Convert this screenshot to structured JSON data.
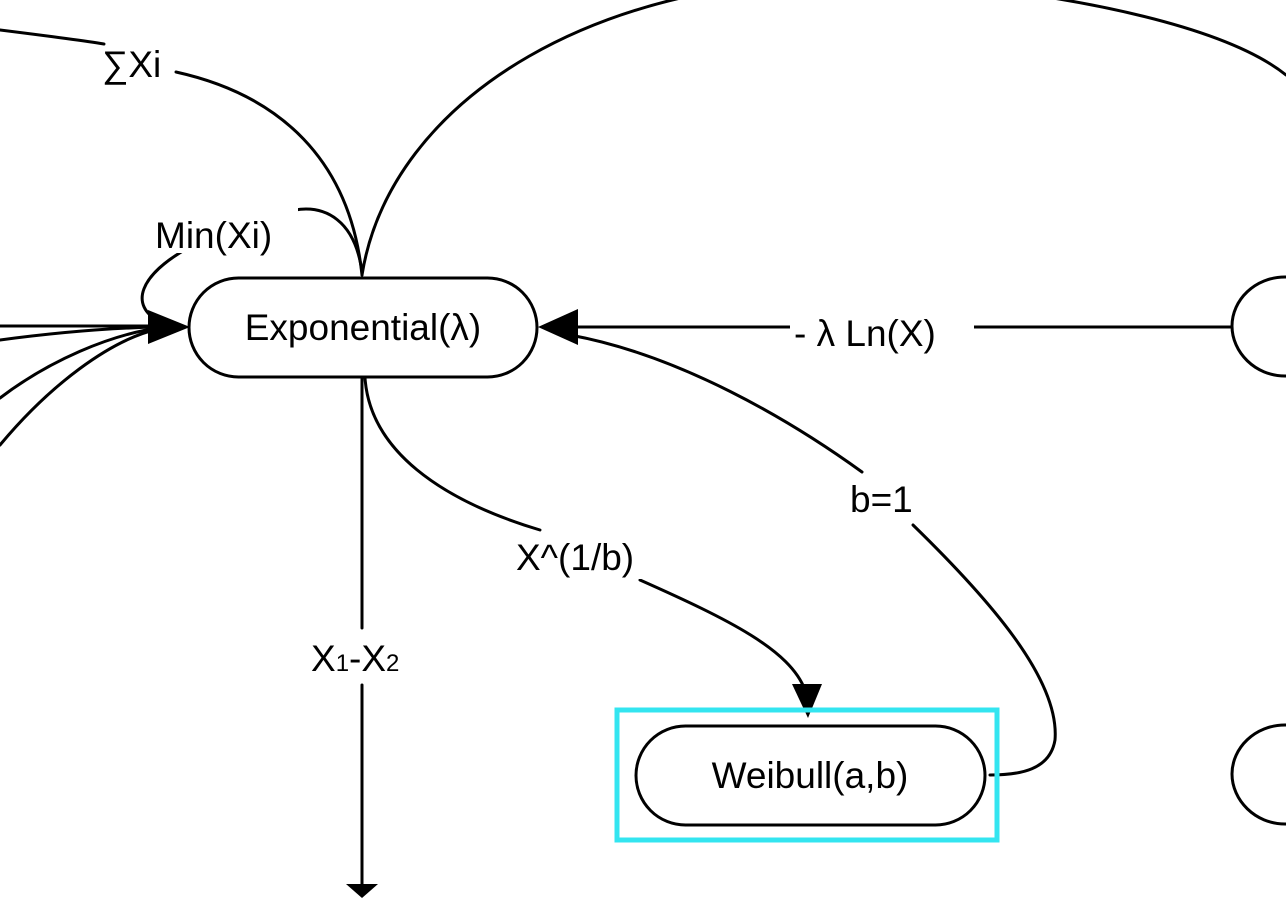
{
  "diagram": {
    "nodes": {
      "exponential": "Exponential(λ)",
      "weibull": "Weibull(a,b)"
    },
    "edges": {
      "sum": "∑Xi",
      "min": "Min(Xi)",
      "neg_log": "- λ Ln(X)",
      "b_equals_one": "b=1",
      "power": "X^(1/b)",
      "difference_base": "X",
      "difference_sub1": "1",
      "difference_mid": "-X",
      "difference_sub2": "2"
    },
    "selection": {
      "target": "weibull",
      "color": "#33e5f0"
    },
    "colors": {
      "line": "#000000",
      "background": "#ffffff"
    }
  }
}
